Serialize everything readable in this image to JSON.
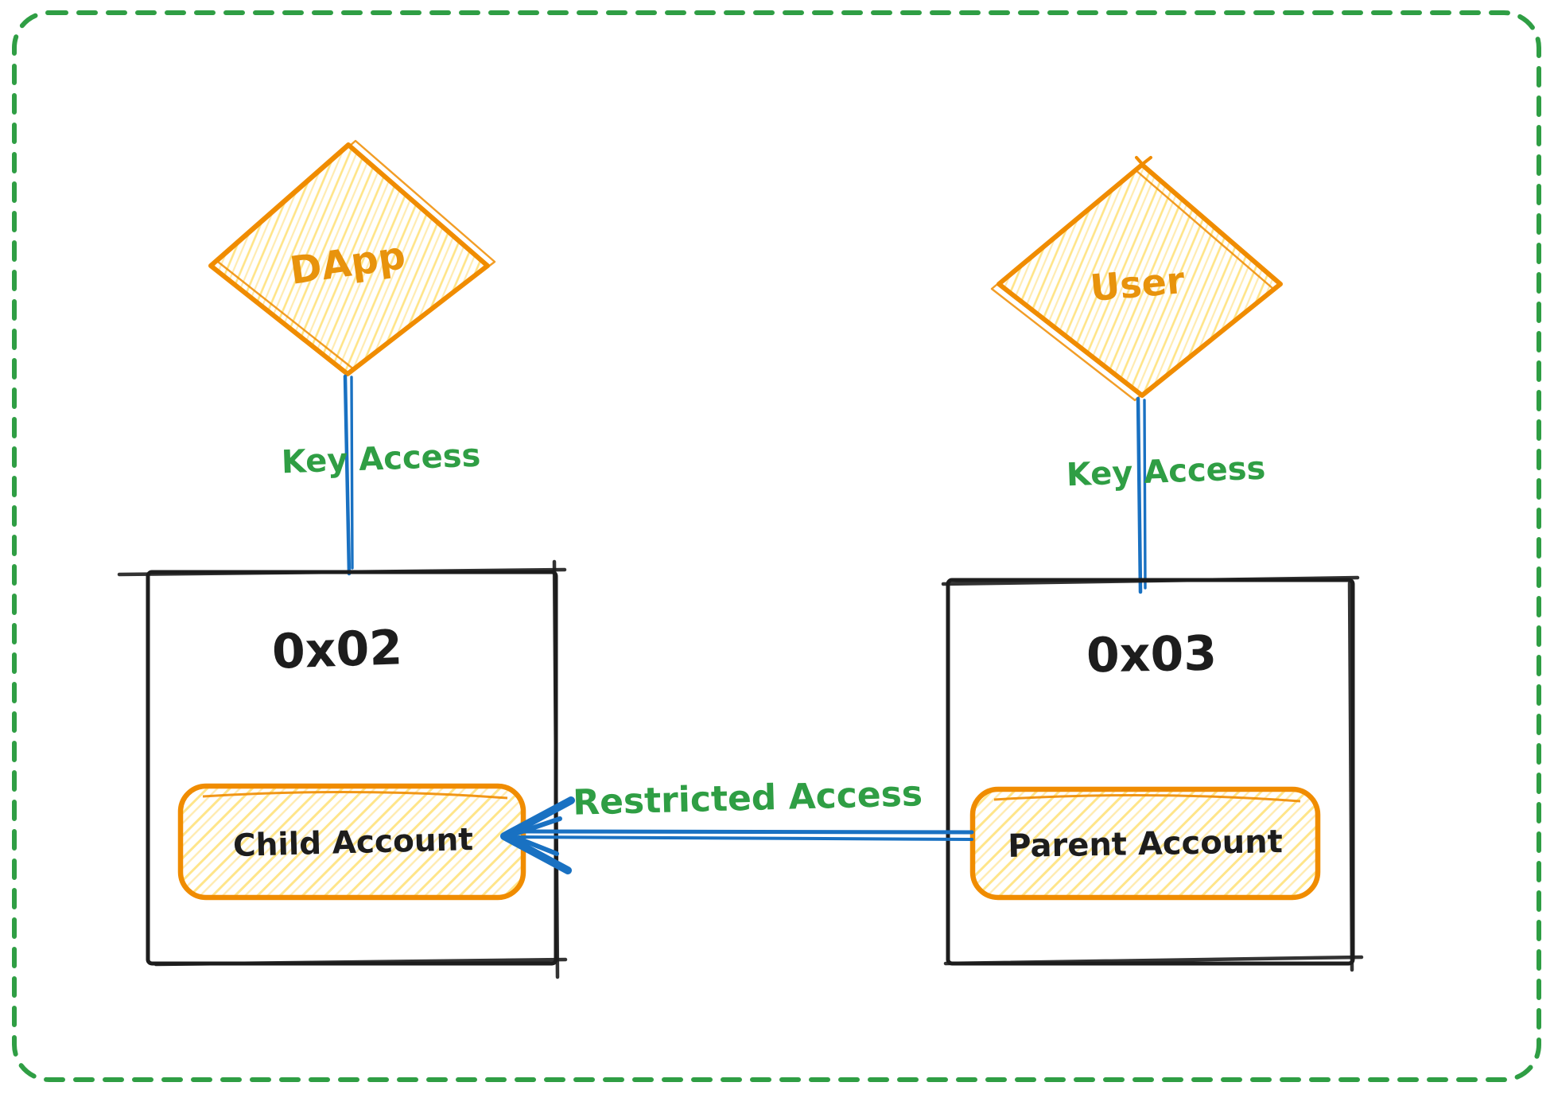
{
  "canvas": {
    "background": "#ffffff",
    "border_color": "#2f9e44",
    "border_style": "dashed-rounded"
  },
  "colors": {
    "orange_stroke": "#f08c00",
    "orange_label": "#e8930c",
    "hatch_yellow": "#ffd43b",
    "hatch_yellow_light": "#ffe9a8",
    "green": "#2f9e44",
    "blue": "#1971c2",
    "ink": "#1d1d1d"
  },
  "nodes": {
    "dapp": {
      "label": "DApp",
      "shape": "diamond"
    },
    "user": {
      "label": "User",
      "shape": "diamond"
    },
    "account_left": {
      "label": "0x02",
      "shape": "rectangle"
    },
    "account_right": {
      "label": "0x03",
      "shape": "rectangle"
    },
    "child_account": {
      "label": "Child Account",
      "shape": "rounded-rectangle"
    },
    "parent_account": {
      "label": "Parent Account",
      "shape": "rounded-rectangle"
    }
  },
  "edges": {
    "key_access_dapp": {
      "label": "Key Access",
      "from": "DApp",
      "to": "0x02"
    },
    "key_access_user": {
      "label": "Key Access",
      "from": "User",
      "to": "0x03"
    },
    "restricted_access": {
      "label": "Restricted Access",
      "from": "Parent Account",
      "to": "Child Account"
    }
  }
}
